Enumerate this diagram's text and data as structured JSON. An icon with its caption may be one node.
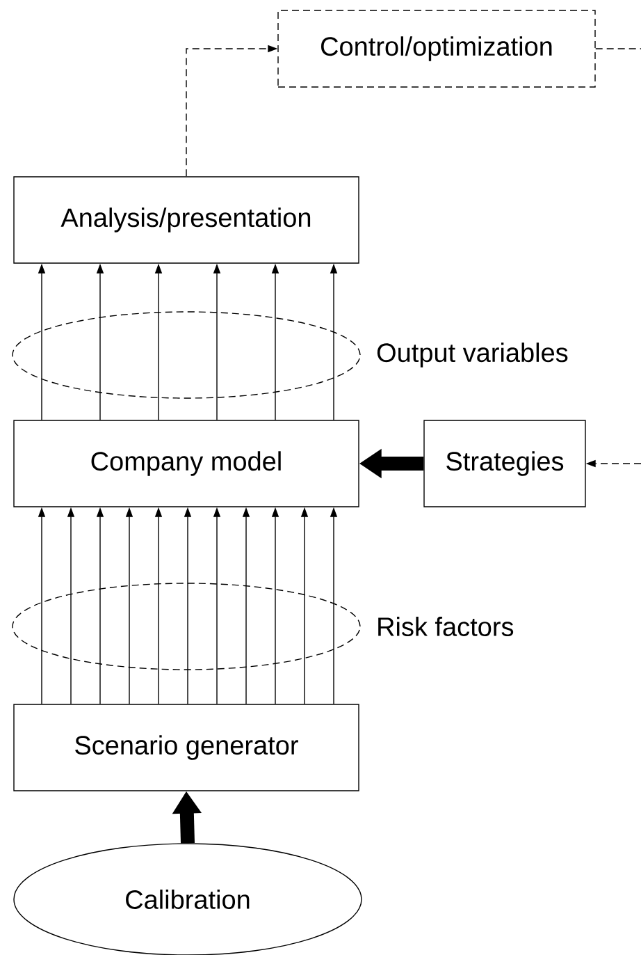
{
  "diagram": {
    "nodes": [
      {
        "text": [
          "Control/optimization"
        ]
      },
      {
        "text": [
          "Analysis/presentation"
        ]
      },
      {
        "text": [
          "Company model"
        ]
      },
      {
        "text": [
          "Strategies"
        ]
      },
      {
        "text": [
          "Scenario generator"
        ]
      },
      {
        "text": [
          "Calibration"
        ]
      }
    ],
    "edges": [
      {
        "from": 1,
        "to": 0,
        "arrow": "to",
        "style": "dashed"
      },
      {
        "from": 0,
        "to": null,
        "arrow": "none",
        "style": "dashed"
      },
      {
        "from": null,
        "to": 3,
        "arrow": "to",
        "style": "dashed"
      },
      {
        "from": 3,
        "to": 2,
        "arrow": "to",
        "style": "thick"
      },
      {
        "from": 2,
        "to": 1,
        "arrow": "to"
      },
      {
        "from": 2,
        "to": 1,
        "arrow": "to"
      },
      {
        "from": 2,
        "to": 1,
        "arrow": "to"
      },
      {
        "from": 2,
        "to": 1,
        "arrow": "to"
      },
      {
        "from": 2,
        "to": 1,
        "arrow": "to"
      },
      {
        "from": 2,
        "to": 1,
        "arrow": "to"
      },
      {
        "from": 4,
        "to": 2,
        "arrow": "to"
      },
      {
        "from": 4,
        "to": 2,
        "arrow": "to"
      },
      {
        "from": 4,
        "to": 2,
        "arrow": "to"
      },
      {
        "from": 4,
        "to": 2,
        "arrow": "to"
      },
      {
        "from": 4,
        "to": 2,
        "arrow": "to"
      },
      {
        "from": 4,
        "to": 2,
        "arrow": "to"
      },
      {
        "from": 4,
        "to": 2,
        "arrow": "to"
      },
      {
        "from": 4,
        "to": 2,
        "arrow": "to"
      },
      {
        "from": 4,
        "to": 2,
        "arrow": "to"
      },
      {
        "from": 4,
        "to": 2,
        "arrow": "to"
      },
      {
        "from": 4,
        "to": 2,
        "arrow": "to"
      },
      {
        "from": 5,
        "to": 4,
        "arrow": "to",
        "style": "thick"
      }
    ],
    "labels": [
      "Output variables",
      "Risk factors"
    ]
  }
}
